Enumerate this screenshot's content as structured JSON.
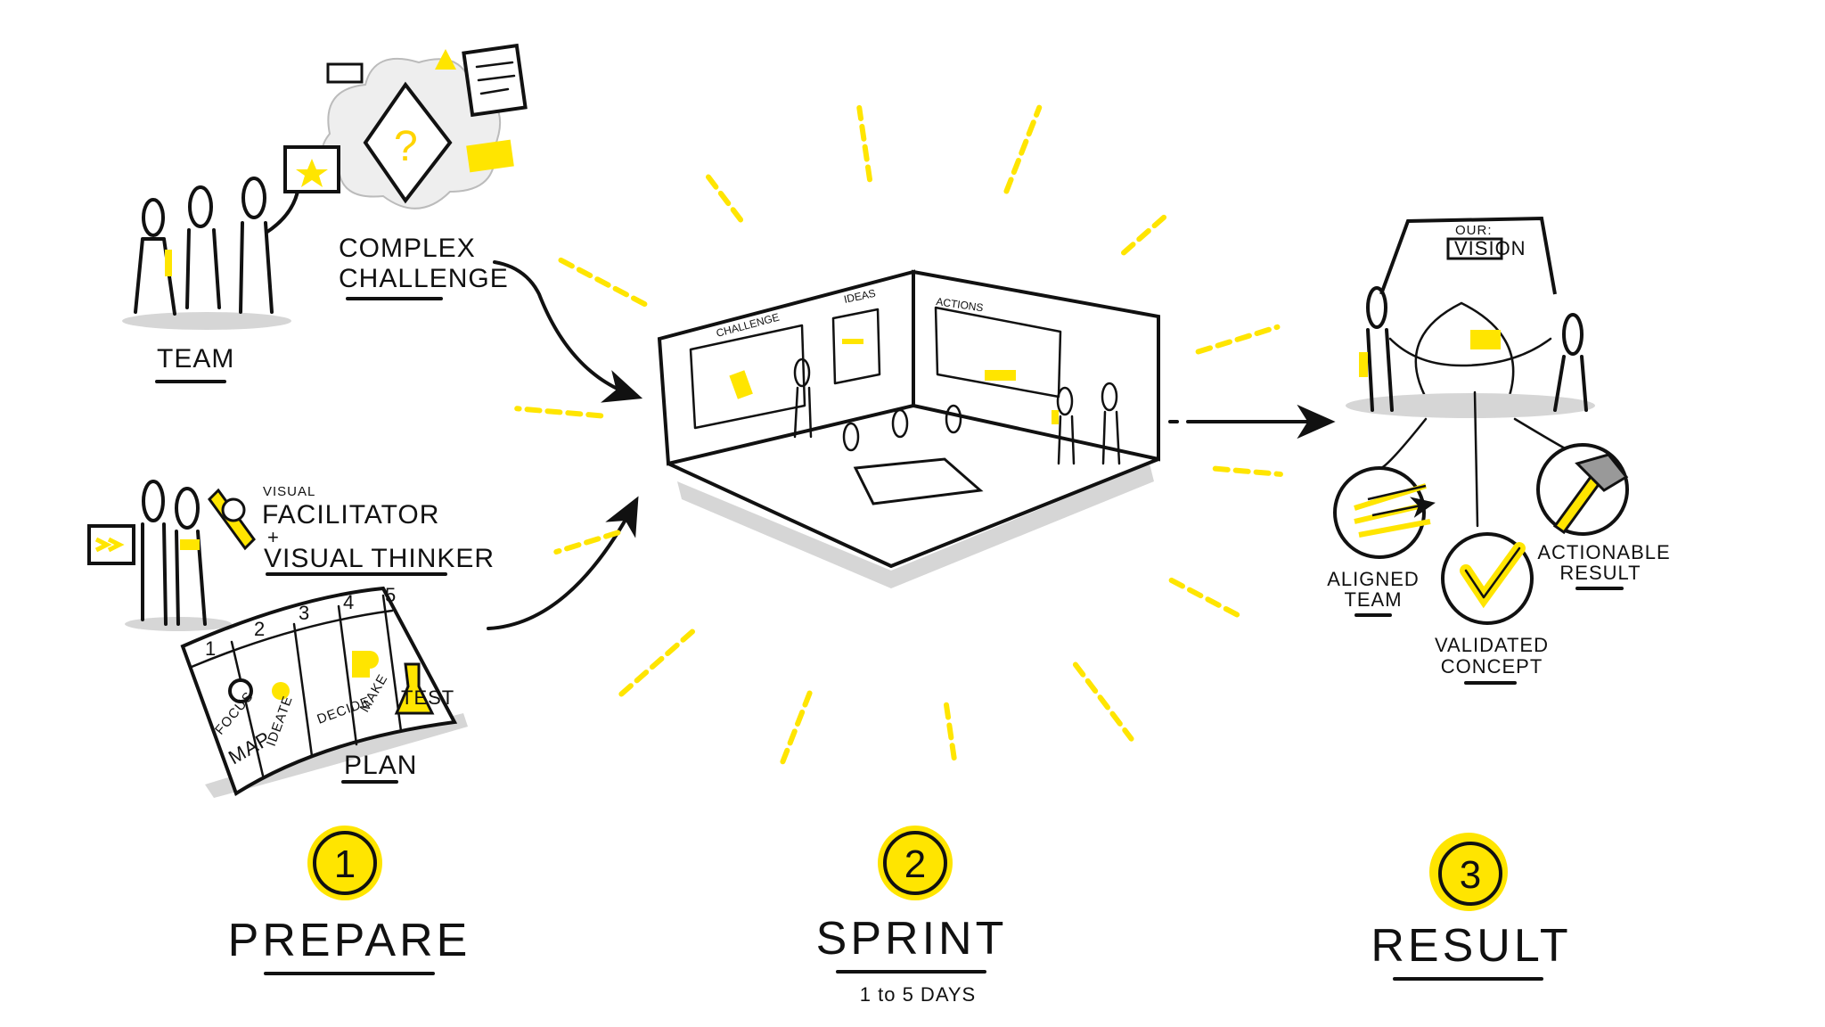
{
  "colors": {
    "accent": "#ffe500",
    "ink": "#111111",
    "shadow": "#d6d6d6"
  },
  "prepare": {
    "step_number": "1",
    "title": "PREPARE",
    "team_label": "TEAM",
    "challenge_line1": "COMPLEX",
    "challenge_line2": "CHALLENGE",
    "facilitator_small": "VISUAL",
    "facilitator": "FACILITATOR",
    "plus": "+",
    "thinker": "VISUAL THINKER",
    "plan_label": "PLAN",
    "plan_columns": [
      {
        "num": "1",
        "label": "MAP",
        "sub": "FOCUS"
      },
      {
        "num": "2",
        "label": "IDEATE"
      },
      {
        "num": "3",
        "label": "DECIDE"
      },
      {
        "num": "4",
        "label": "MAKE"
      },
      {
        "num": "5",
        "label": "TEST"
      }
    ]
  },
  "sprint": {
    "step_number": "2",
    "title": "SPRINT",
    "duration": "1 to 5 DAYS",
    "wall_labels": [
      "CHALLENGE",
      "IDEAS",
      "ACTIONS"
    ]
  },
  "result": {
    "step_number": "3",
    "title": "RESULT",
    "board_small": "OUR:",
    "board_title": "VISION",
    "outcomes": [
      {
        "line1": "ALIGNED",
        "line2": "TEAM",
        "icon": "arrows-icon"
      },
      {
        "line1": "VALIDATED",
        "line2": "CONCEPT",
        "icon": "checkmark-icon"
      },
      {
        "line1": "ACTIONABLE",
        "line2": "RESULT",
        "icon": "hammer-icon"
      }
    ]
  }
}
